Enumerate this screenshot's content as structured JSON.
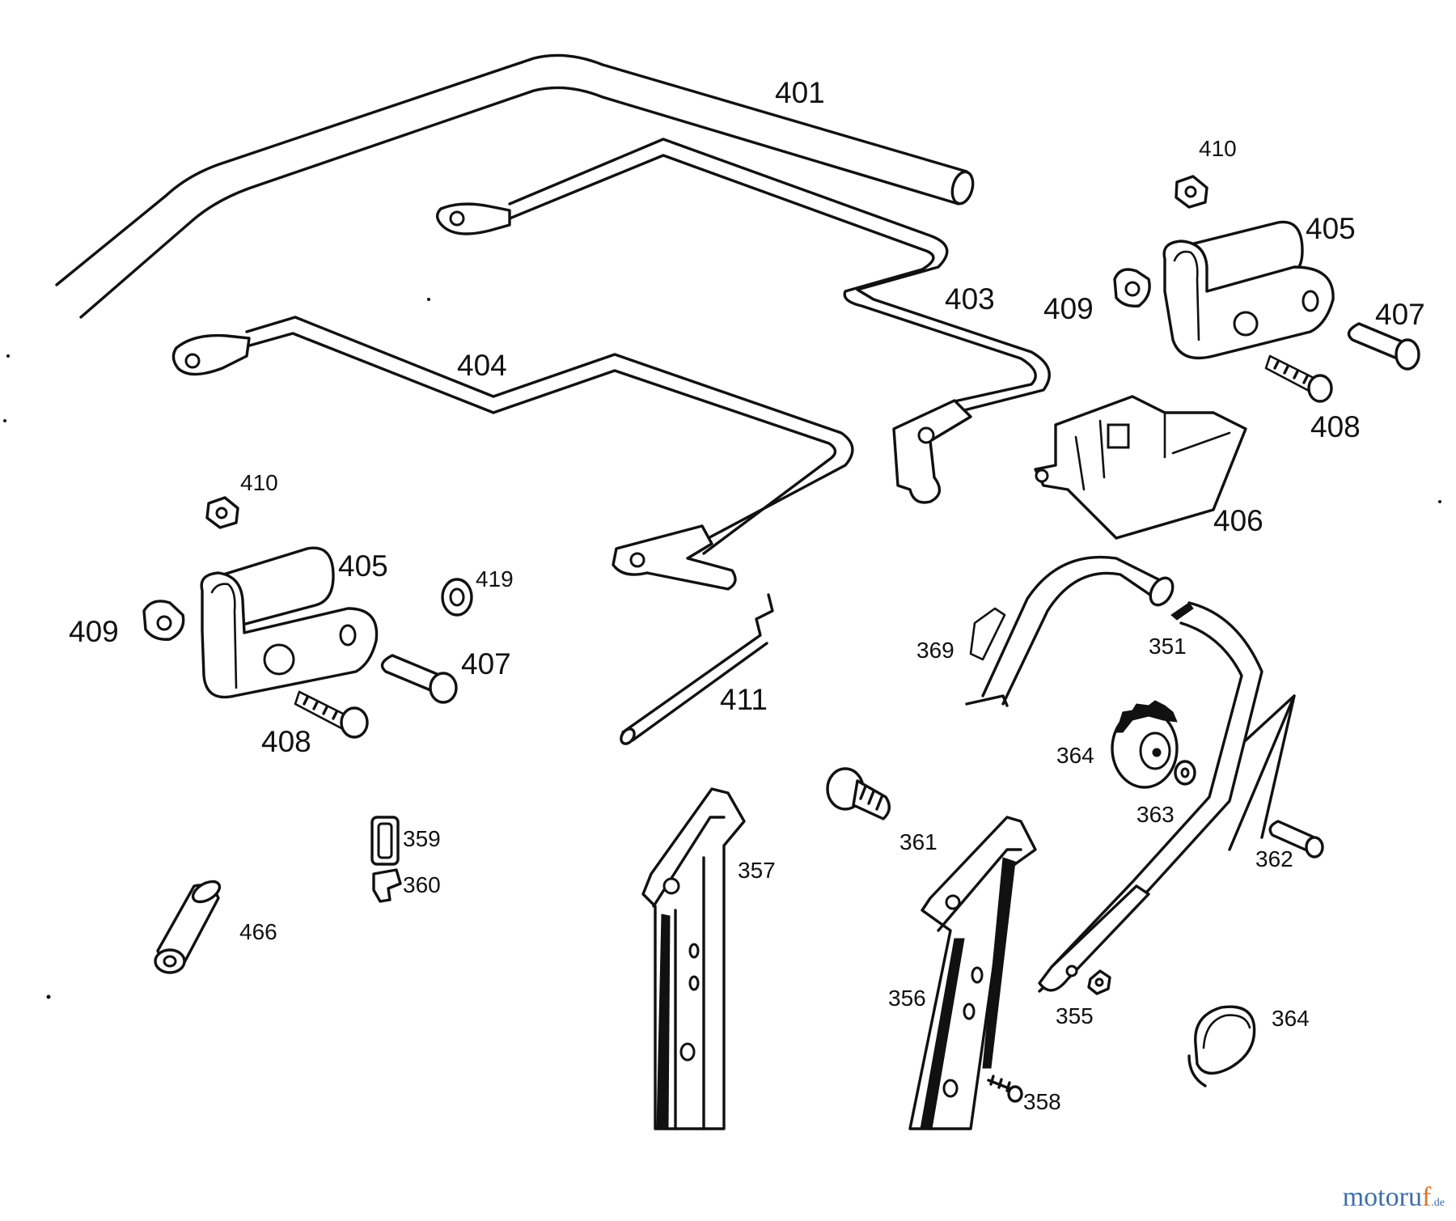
{
  "labels": {
    "l401": "401",
    "l403": "403",
    "l404": "404",
    "l405a": "405",
    "l405b": "405",
    "l406": "406",
    "l407a": "407",
    "l407b": "407",
    "l408a": "408",
    "l408b": "408",
    "l409a": "409",
    "l409b": "409",
    "l410a": "410",
    "l410b": "410",
    "l411": "411",
    "l419": "419",
    "l351": "351",
    "l355": "355",
    "l356": "356",
    "l357": "357",
    "l358": "358",
    "l359": "359",
    "l360": "360",
    "l361": "361",
    "l362": "362",
    "l363": "363",
    "l364a": "364",
    "l364b": "364",
    "l369": "369",
    "l466": "466"
  },
  "watermark": {
    "main": "motoru",
    "accent": "f",
    "suffix": ".de"
  },
  "colors": {
    "ink": "#111111",
    "watermark_blue": "#3f6fa6",
    "watermark_orange": "#d9762a"
  }
}
